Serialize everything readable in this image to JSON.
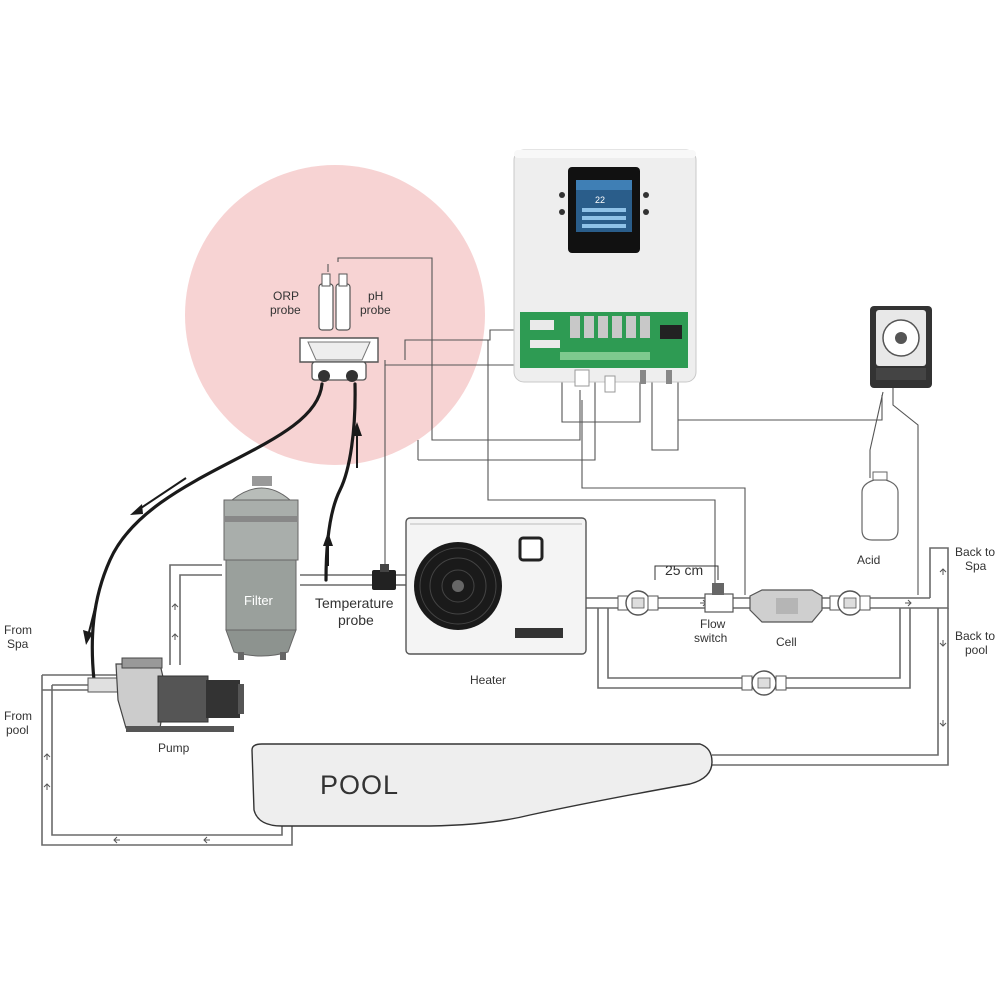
{
  "labels": {
    "orp_probe_1": "ORP",
    "orp_probe_2": "probe",
    "ph_probe_1": "pH",
    "ph_probe_2": "probe",
    "filter": "Filter",
    "temperature_probe_1": "Temperature",
    "temperature_probe_2": "probe",
    "heater": "Heater",
    "distance": "25 cm",
    "flow_switch_1": "Flow",
    "flow_switch_2": "switch",
    "cell": "Cell",
    "acid": "Acid",
    "back_to_spa_1": "Back to",
    "back_to_spa_2": "Spa",
    "back_to_pool_1": "Back to",
    "back_to_pool_2": "pool",
    "from_spa_1": "From",
    "from_spa_2": "Spa",
    "from_pool_1": "From",
    "from_pool_2": "pool",
    "pump": "Pump",
    "pool": "POOL",
    "controller_display": "22"
  },
  "colors": {
    "highlight": "#f7d3d3",
    "controller_body": "#eeeeee",
    "controller_screen": "#111111",
    "circuit_board": "#2e9b53",
    "filter_body": "#9aa09c",
    "pipe": "#6a6a6a",
    "hose": "#1a1a1a",
    "pool_fill": "#eeeeee"
  }
}
